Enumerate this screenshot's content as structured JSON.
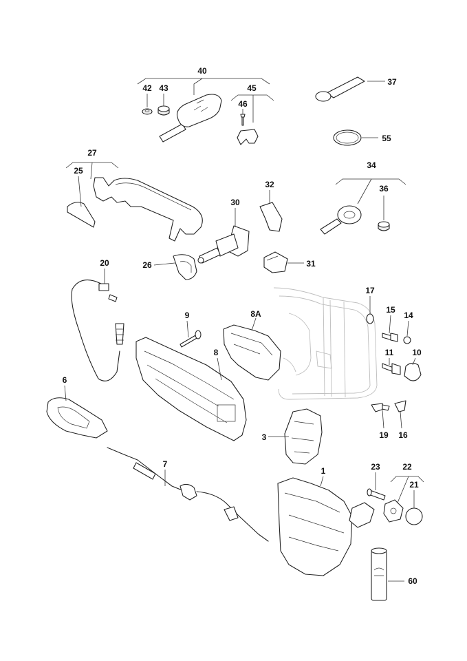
{
  "callouts": {
    "c40": "40",
    "c42": "42",
    "c43": "43",
    "c45": "45",
    "c46": "46",
    "c37": "37",
    "c55": "55",
    "c27": "27",
    "c25": "25",
    "c34": "34",
    "c36": "36",
    "c32": "32",
    "c30": "30",
    "c26": "26",
    "c31": "31",
    "c20": "20",
    "c17": "17",
    "c15": "15",
    "c14": "14",
    "c9": "9",
    "c8A": "8A",
    "c8": "8",
    "c11": "11",
    "c10": "10",
    "c6": "6",
    "c19": "19",
    "c16": "16",
    "c3": "3",
    "c1": "1",
    "c23": "23",
    "c22": "22",
    "c7": "7",
    "c21": "21",
    "c60": "60"
  }
}
